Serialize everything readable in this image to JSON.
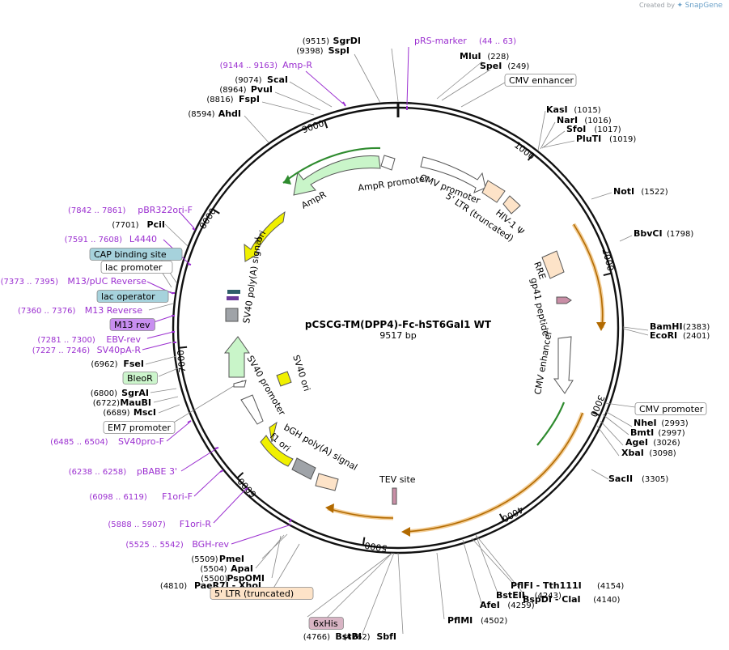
{
  "plasmid": {
    "name": "pCSCG-TM(DPP4)-Fc-hST6Gal1 WT",
    "length_label": "9517 bp",
    "length": 9517
  },
  "watermark": {
    "prefix": "Created by",
    "brand": "SnapGene"
  },
  "ticks": [
    "1000",
    "2000",
    "3000",
    "4000",
    "5000",
    "6000",
    "7000",
    "8000",
    "9000"
  ],
  "sites": [
    {
      "name": "SgrDI",
      "pos": "(9515)"
    },
    {
      "name": "SspI",
      "pos": "(9398)"
    },
    {
      "name": "MluI",
      "pos": "(228)"
    },
    {
      "name": "SpeI",
      "pos": "(249)"
    },
    {
      "name": "ScaI",
      "pos": "(9074)"
    },
    {
      "name": "PvuI",
      "pos": "(8964)"
    },
    {
      "name": "FspI",
      "pos": "(8816)"
    },
    {
      "name": "AhdI",
      "pos": "(8594)"
    },
    {
      "name": "KasI",
      "pos": "(1015)"
    },
    {
      "name": "NarI",
      "pos": "(1016)"
    },
    {
      "name": "SfoI",
      "pos": "(1017)"
    },
    {
      "name": "PluTI",
      "pos": "(1019)"
    },
    {
      "name": "NotI",
      "pos": "(1522)"
    },
    {
      "name": "BbvCI",
      "pos": "(1798)"
    },
    {
      "name": "BamHI",
      "pos": "(2383)"
    },
    {
      "name": "EcoRI",
      "pos": "(2401)"
    },
    {
      "name": "NheI",
      "pos": "(2993)"
    },
    {
      "name": "BmtI",
      "pos": "(2997)"
    },
    {
      "name": "AgeI",
      "pos": "(3026)"
    },
    {
      "name": "XbaI",
      "pos": "(3098)"
    },
    {
      "name": "SacII",
      "pos": "(3305)"
    },
    {
      "name": "BspDI",
      "suffix": " - ClaI",
      "pos": "(4140)"
    },
    {
      "name": "PflFI",
      "suffix": " - Tth111I",
      "pos": "(4154)"
    },
    {
      "name": "BstEII",
      "pos": "(4243)"
    },
    {
      "name": "AfeI",
      "pos": "(4259)"
    },
    {
      "name": "PflMI",
      "pos": "(4502)"
    },
    {
      "name": "SbfI",
      "pos": "(4762)"
    },
    {
      "name": "BstBI",
      "pos": "(4766)"
    },
    {
      "name": "PaeR7I",
      "suffix": " - XhoI",
      "pos": "(4810)"
    },
    {
      "name": "PspOMI",
      "pos": "(5500)"
    },
    {
      "name": "ApaI",
      "pos": "(5504)"
    },
    {
      "name": "PmeI",
      "pos": "(5509)"
    },
    {
      "name": "MscI",
      "pos": "(6689)"
    },
    {
      "name": "MauBI",
      "pos": "(6722)"
    },
    {
      "name": "SgrAI",
      "pos": "(6800)"
    },
    {
      "name": "FseI",
      "pos": "(6962)"
    },
    {
      "name": "PciI",
      "pos": "(7701)"
    }
  ],
  "primers": [
    {
      "name": "pRS-marker",
      "pos": "(44 .. 63)"
    },
    {
      "name": "Amp-R",
      "pos": "(9144 .. 9163)"
    },
    {
      "name": "pBR322ori-F",
      "pos": "(7842 .. 7861)"
    },
    {
      "name": "L4440",
      "pos": "(7591 .. 7608)"
    },
    {
      "name": "M13/pUC Reverse",
      "pos": "(7373 .. 7395)"
    },
    {
      "name": "M13 Reverse",
      "pos": "(7360 .. 7376)"
    },
    {
      "name": "EBV-rev",
      "pos": "(7281 .. 7300)"
    },
    {
      "name": "SV40pA-R",
      "pos": "(7227 .. 7246)"
    },
    {
      "name": "SV40pro-F",
      "pos": "(6485 .. 6504)"
    },
    {
      "name": "pBABE 3'",
      "pos": "(6238 .. 6258)"
    },
    {
      "name": "F1ori-F",
      "pos": "(6098 .. 6119)"
    },
    {
      "name": "F1ori-R",
      "pos": "(5888 .. 5907)"
    },
    {
      "name": "BGH-rev",
      "pos": "(5525 .. 5542)"
    }
  ],
  "boxed": [
    {
      "label": "CMV enhancer",
      "fill": "#ffffff"
    },
    {
      "label": "CMV promoter",
      "fill": "#ffffff"
    },
    {
      "label": "CAP binding site",
      "fill": "#a6d2dc"
    },
    {
      "label": "lac promoter",
      "fill": "#ffffff"
    },
    {
      "label": "lac operator",
      "fill": "#a6d2dc"
    },
    {
      "label": "M13 rev",
      "fill": "#c88ef0"
    },
    {
      "label": "BleoR",
      "fill": "#ccf5cc"
    },
    {
      "label": "EM7 promoter",
      "fill": "#ffffff"
    },
    {
      "label": "5' LTR (truncated)",
      "fill": "#fde3c8"
    },
    {
      "label": "6xHis",
      "fill": "#d8b4c4"
    }
  ],
  "inner_labels": [
    "AmpR promoter",
    "AmpR",
    "ori",
    "SV40 poly(A) signal",
    "CMV promoter",
    "5' LTR (truncated)",
    "HIV-1 Ψ",
    "RRE",
    "gp41 peptide",
    "CMV enhancer",
    "SV40 ori",
    "SV40 promoter",
    "f1 ori",
    "bGH poly(A) signal",
    "TEV site"
  ],
  "colors": {
    "primer": "#9b2fd0",
    "orf": "#e8a33c",
    "ampr": "#c9f5c9",
    "ori": "#f0f000",
    "ltr": "#fde3c8",
    "promoter": "#ffffff",
    "polya": "#9fa3a8"
  }
}
